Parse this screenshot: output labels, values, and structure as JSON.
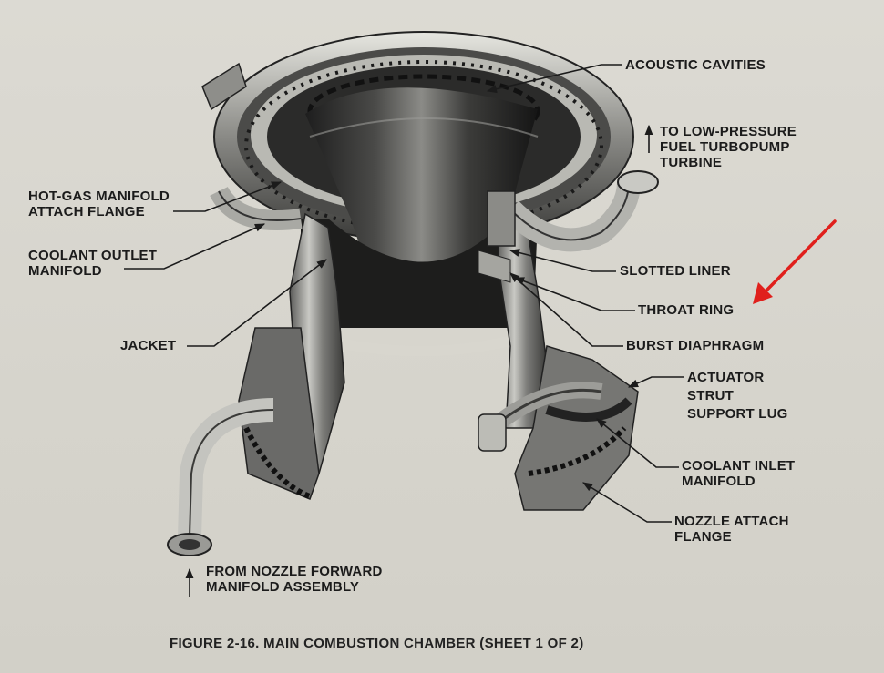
{
  "labels": {
    "acoustic_cavities": "ACOUSTIC CAVITIES",
    "to_low_pressure_l1": "TO LOW-PRESSURE",
    "to_low_pressure_l2": "FUEL TURBOPUMP",
    "to_low_pressure_l3": "TURBINE",
    "hot_gas_l1": "HOT-GAS MANIFOLD",
    "hot_gas_l2": "ATTACH FLANGE",
    "coolant_outlet_l1": "COOLANT OUTLET",
    "coolant_outlet_l2": "MANIFOLD",
    "slotted_liner": "SLOTTED LINER",
    "throat_ring": "THROAT RING",
    "jacket": "JACKET",
    "burst_diaphragm": "BURST DIAPHRAGM",
    "actuator_l1": "ACTUATOR",
    "actuator_l2": "STRUT",
    "actuator_l3": "SUPPORT LUG",
    "coolant_inlet_l1": "COOLANT INLET",
    "coolant_inlet_l2": "MANIFOLD",
    "nozzle_attach_l1": "NOZZLE ATTACH",
    "nozzle_attach_l2": "FLANGE",
    "from_nozzle_l1": "FROM NOZZLE FORWARD",
    "from_nozzle_l2": "MANIFOLD ASSEMBLY"
  },
  "caption": "FIGURE 2-16. MAIN COMBUSTION CHAMBER (SHEET 1 OF 2)",
  "colors": {
    "paper": "#d8d6ce",
    "ink": "#1b1b1b",
    "metal_dark": "#2b2b2b",
    "metal_light": "#bdbdb8",
    "red_arrow": "#e0201c"
  }
}
